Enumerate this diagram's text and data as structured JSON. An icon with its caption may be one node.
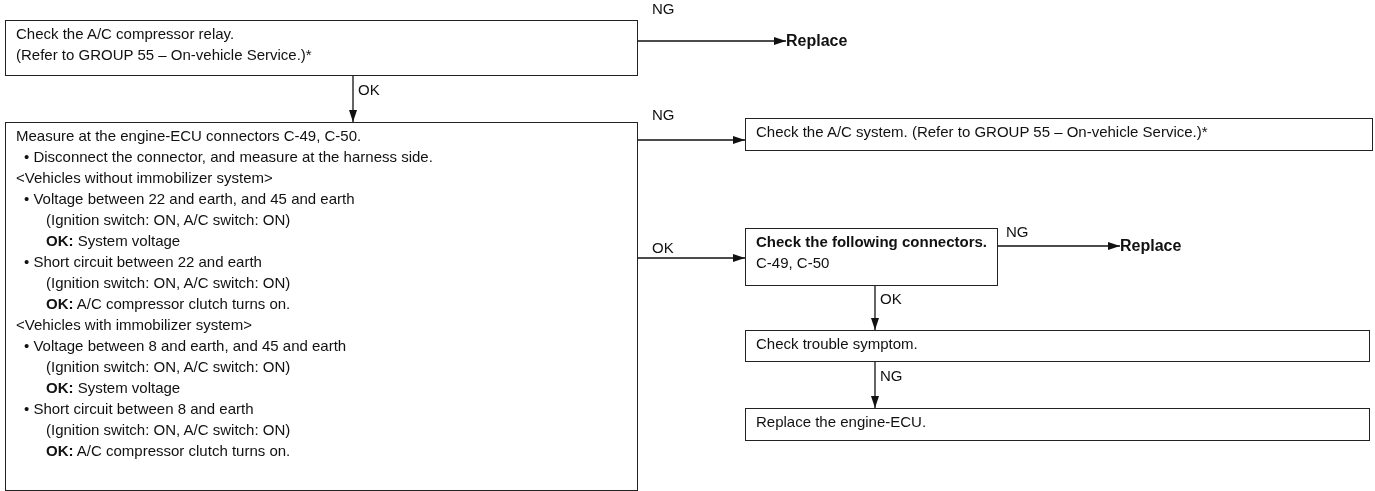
{
  "diagram": {
    "nodes": [
      {
        "text": [
          "Check the A/C compressor relay.",
          "(Refer to GROUP 55 – On-vehicle Service.)*"
        ]
      },
      {
        "text": [
          "Replace"
        ]
      },
      {
        "text": [
          "Measure at the engine-ECU connectors C-49, C-50.",
          "• Disconnect the connector, and measure at the harness side.",
          "<Vehicles without immobilizer system>",
          "• Voltage between 22 and earth, and 45 and earth",
          "(Ignition switch: ON, A/C switch: ON)",
          "**OK:** System voltage",
          "• Short circuit between 22 and earth",
          "(Ignition switch: ON, A/C switch: ON)",
          "**OK:** A/C compressor clutch turns on.",
          "<Vehicles with immobilizer system>",
          "• Voltage between 8 and earth, and 45 and earth",
          "(Ignition switch: ON, A/C switch: ON)",
          "**OK:** System voltage",
          "• Short circuit between 8 and earth",
          "(Ignition switch: ON, A/C switch: ON)",
          "**OK:** A/C compressor clutch turns on."
        ]
      },
      {
        "text": [
          "Check the A/C system. (Refer to GROUP 55 – On-vehicle Service.)*"
        ]
      },
      {
        "text": [
          "**Check the following connectors.** C-49, C-50"
        ]
      },
      {
        "text": [
          "Replace"
        ]
      },
      {
        "text": [
          "Check trouble symptom."
        ]
      },
      {
        "text": [
          "Replace the engine-ECU."
        ]
      }
    ],
    "edges": [
      {
        "from": 0,
        "to": 1,
        "arrow": "to",
        "label": "NG"
      },
      {
        "from": 0,
        "to": 2,
        "arrow": "to",
        "label": "OK"
      },
      {
        "from": 2,
        "to": 3,
        "arrow": "to",
        "label": "NG"
      },
      {
        "from": 2,
        "to": 4,
        "arrow": "to",
        "label": "OK"
      },
      {
        "from": 4,
        "to": 5,
        "arrow": "to",
        "label": "NG"
      },
      {
        "from": 4,
        "to": 6,
        "arrow": "to",
        "label": "OK"
      },
      {
        "from": 6,
        "to": 7,
        "arrow": "to",
        "label": "NG"
      }
    ]
  }
}
